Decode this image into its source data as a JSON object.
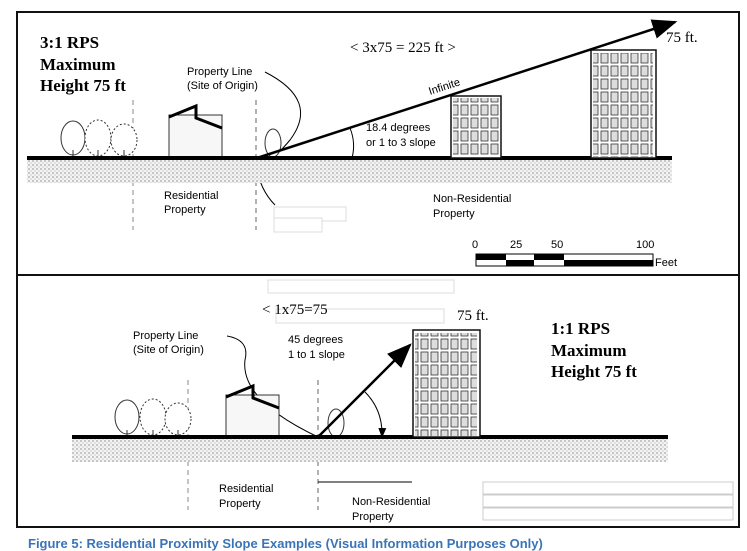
{
  "top_panel": {
    "title_lines": [
      "3:1 RPS",
      "Maximum",
      "Height 75 ft"
    ],
    "span_label": "< 3x75 = 225 ft  >",
    "height_label": "75 ft.",
    "property_line": [
      "Property Line",
      "(Site of Origin)"
    ],
    "infinite_label": "Infinite",
    "angle_label": [
      "18.4 degrees",
      "or 1 to 3 slope"
    ],
    "residential": [
      "Residential",
      "Property"
    ],
    "non_residential": [
      "Non-Residential",
      "Property"
    ],
    "scale": {
      "ticks": [
        "0",
        "25",
        "50",
        "100"
      ],
      "unit": "Feet"
    }
  },
  "bottom_panel": {
    "title_lines": [
      "1:1 RPS",
      "Maximum",
      "Height 75 ft"
    ],
    "span_label": "< 1x75=75",
    "height_label": "75 ft.",
    "property_line": [
      "Property Line",
      "(Site of Origin)"
    ],
    "angle_label": [
      "45 degrees",
      "1 to 1 slope"
    ],
    "residential": [
      "Residential",
      "Property"
    ],
    "non_residential": [
      "Non-Residential",
      "Property"
    ]
  },
  "caption": "Figure 5: Residential Proximity Slope Examples (Visual Information Purposes Only)"
}
